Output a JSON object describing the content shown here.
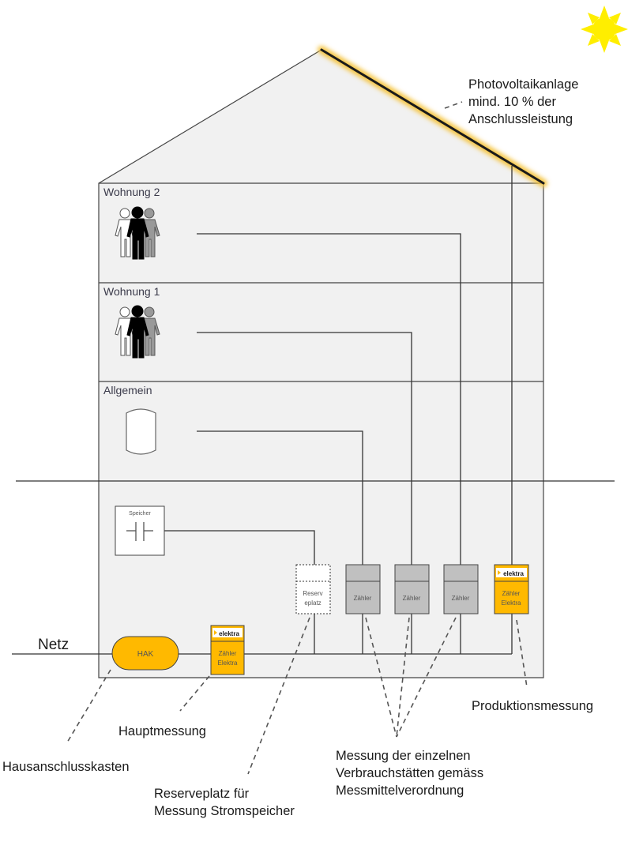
{
  "diagram": {
    "rooms": [
      {
        "id": "wohnung2",
        "label": "Wohnung 2",
        "icon": "people-icon"
      },
      {
        "id": "wohnung1",
        "label": "Wohnung 1",
        "icon": "people-icon"
      },
      {
        "id": "allgemein",
        "label": "Allgemein",
        "icon": "boiler-icon"
      }
    ],
    "storage": {
      "label": "Speicher",
      "icon": "capacitor-icon"
    },
    "reserve_slot": {
      "label_line1": "Reserv",
      "label_line2": "eplatz"
    },
    "meters": [
      {
        "label": "Zähler"
      },
      {
        "label": "Zähler"
      },
      {
        "label": "Zähler"
      }
    ],
    "elektra_meter": {
      "brand": "elektra",
      "label_line1": "Zähler",
      "label_line2": "Elektra"
    },
    "main_meter": {
      "brand": "elektra",
      "label_line1": "Zähler",
      "label_line2": "Elektra"
    },
    "hak": {
      "label": "HAK"
    },
    "grid": {
      "label": "Netz"
    },
    "annotations": {
      "pv_line1": "Photovoltaikanlage",
      "pv_line2": "mind. 10 % der",
      "pv_line3": "Anschlussleistung",
      "production": "Produktionsmessung",
      "main_measure": "Hauptmessung",
      "house_box": "Hausanschlusskasten",
      "reserve_line1": "Reserveplatz für",
      "reserve_line2": "Messung Stromspeicher",
      "consumers_line1": "Messung der einzelnen",
      "consumers_line2": "Verbrauchstätten gemäss",
      "consumers_line3": "Messmittelverordnung"
    },
    "colors": {
      "house_fill": "#f1f1f1",
      "meter_gray": "#c0c0c0",
      "elektra_yellow": "#ffb900",
      "sun_yellow": "#ffee00",
      "pv_glow": "#f5c542"
    }
  }
}
